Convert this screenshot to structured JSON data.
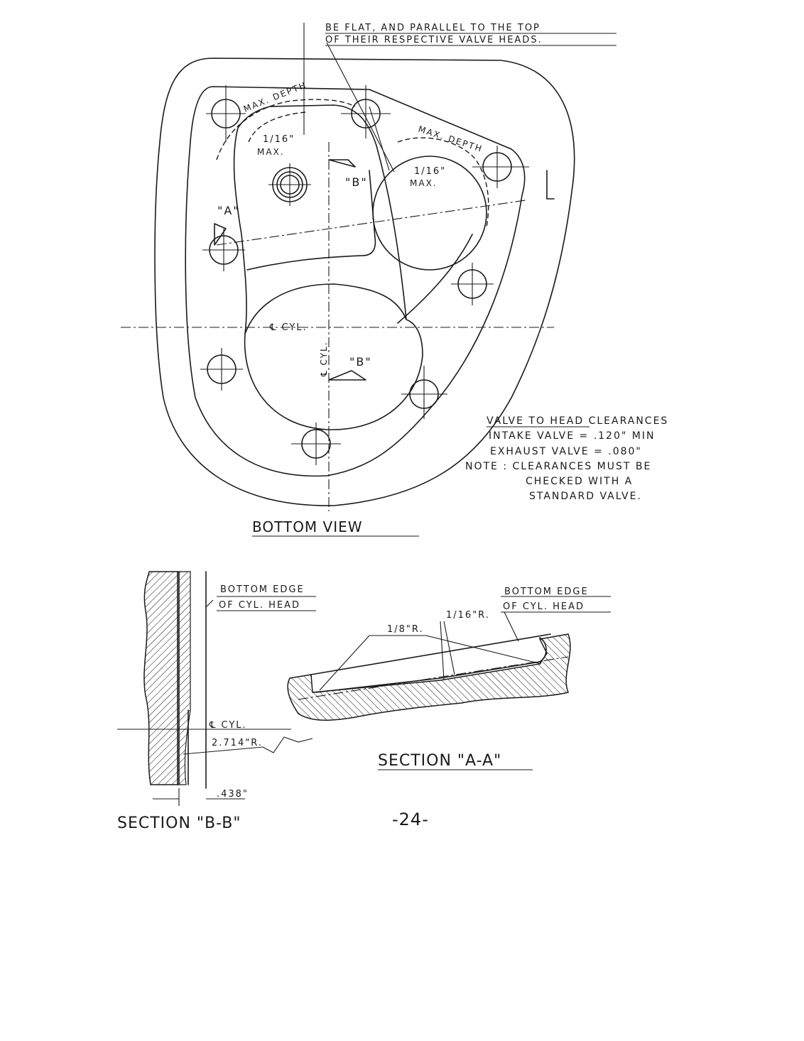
{
  "top_note": {
    "line1": "BE FLAT, AND PARALLEL TO THE TOP",
    "line2": "OF THEIR RESPECTIVE VALVE HEADS."
  },
  "bottom_view": {
    "title": "BOTTOM VIEW",
    "max_depth_left": "MAX. DEPTH",
    "max_depth_right": "MAX. DEPTH",
    "sixteenth_left": "1/16\"",
    "max_left": "MAX.",
    "sixteenth_right": "1/16\"",
    "max_right": "MAX.",
    "label_a": "\"A\"",
    "label_b_top": "\"B\"",
    "label_b_bottom": "\"B\"",
    "cyl_center": "℄ CYL.",
    "cyl_center_vertical": "℄ CYL."
  },
  "clearances": {
    "heading": "VALVE TO HEAD CLEARANCES",
    "intake": "INTAKE VALVE = .120\" MIN",
    "exhaust": "EXHAUST VALVE = .080\"",
    "note1": "NOTE : CLEARANCES MUST BE",
    "note2": "CHECKED WITH A",
    "note3": "STANDARD VALVE."
  },
  "section_bb": {
    "edge1": "BOTTOM EDGE",
    "edge2": "OF CYL. HEAD",
    "cyl": "℄ CYL.",
    "radius": "2.714\"R.",
    "dim": ".438\"",
    "title": "SECTION \"B-B\""
  },
  "section_aa": {
    "edge1": "BOTTOM EDGE",
    "edge2": "OF CYL. HEAD",
    "r_eighth": "1/8\"R.",
    "r_sixteenth": "1/16\"R.",
    "title": "SECTION \"A-A\""
  },
  "page_number": "-24-"
}
